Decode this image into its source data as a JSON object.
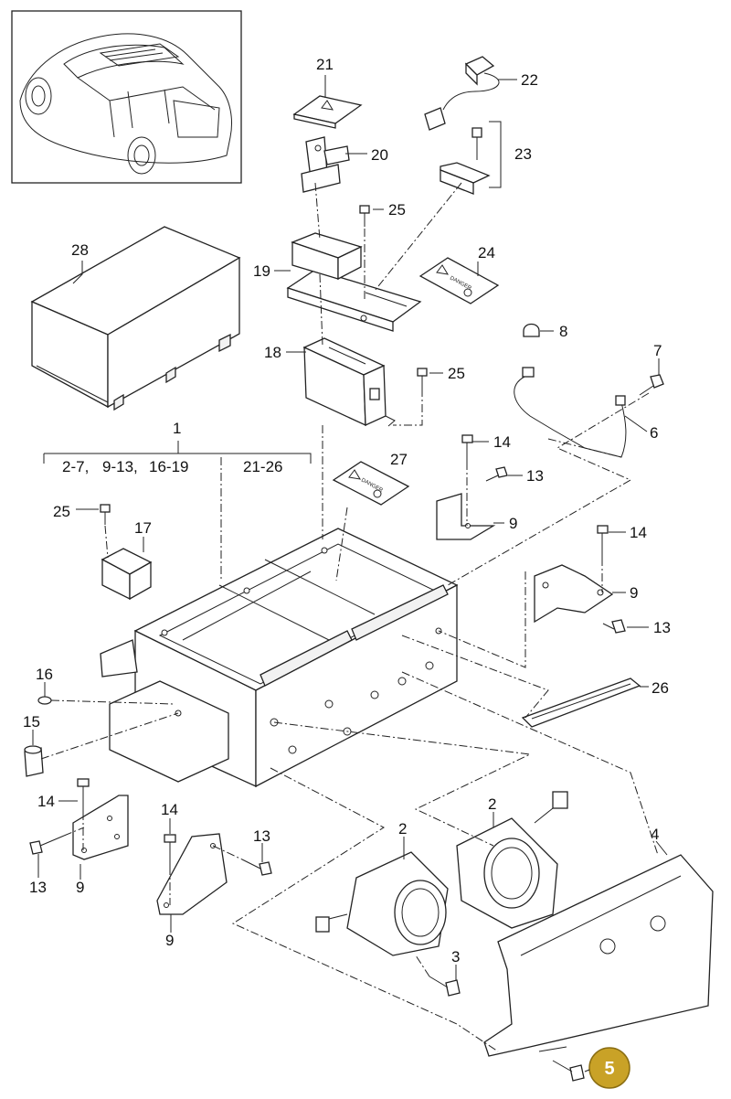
{
  "callouts": {
    "c1": "1",
    "c1_ranges": [
      "2-7,",
      "9-13,",
      "16-19",
      "21-26"
    ],
    "c2a": "2",
    "c2b": "2",
    "c3": "3",
    "c4": "4",
    "c5": "5",
    "c6": "6",
    "c7": "7",
    "c8": "8",
    "c9a": "9",
    "c9b": "9",
    "c9c": "9",
    "c9d": "9",
    "c13a": "13",
    "c13b": "13",
    "c13c": "13",
    "c13d": "13",
    "c14a": "14",
    "c14b": "14",
    "c14c": "14",
    "c14d": "14",
    "c15": "15",
    "c16": "16",
    "c17": "17",
    "c18": "18",
    "c19": "19",
    "c20": "20",
    "c21": "21",
    "c22": "22",
    "c23": "23",
    "c24": "24",
    "c25a": "25",
    "c25b": "25",
    "c25c": "25",
    "c26": "26",
    "c27": "27",
    "c28": "28"
  },
  "labels": {
    "danger_a": "DANGER",
    "danger_b": "DANGER"
  },
  "highlight": {
    "color": "#c9a227",
    "border": "#8a6d12"
  }
}
